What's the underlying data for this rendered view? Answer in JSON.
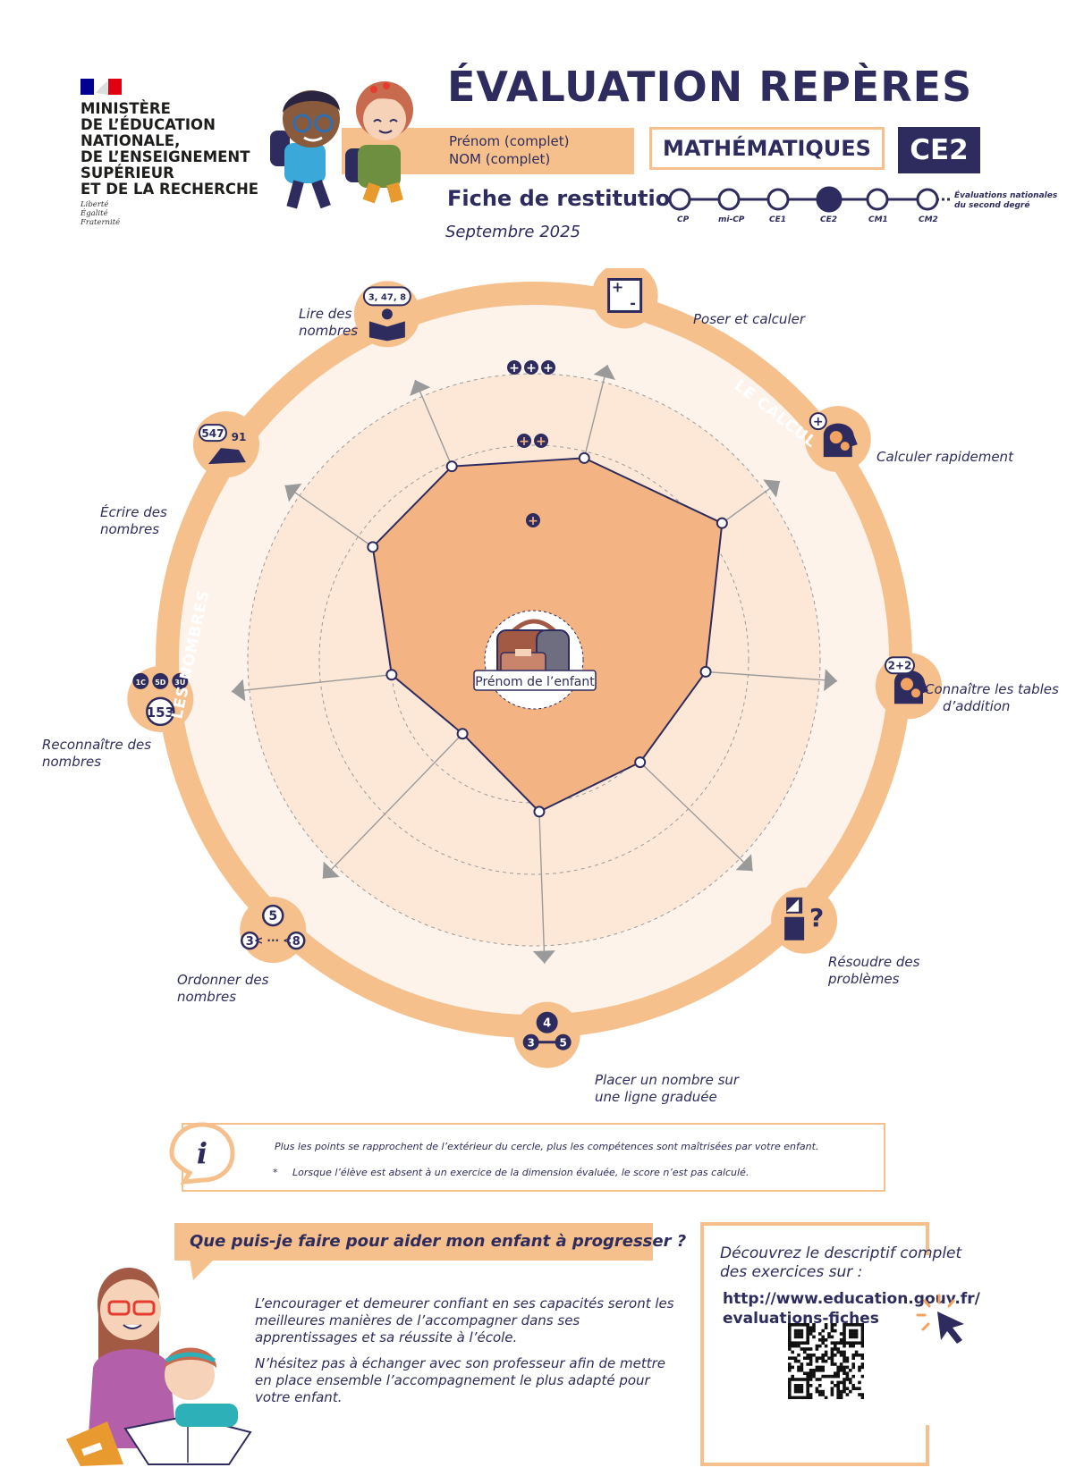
{
  "header": {
    "ministry_lines": [
      "MINISTÈRE",
      "DE L’ÉDUCATION",
      "NATIONALE,",
      "DE L’ENSEIGNEMENT",
      "SUPÉRIEUR",
      "ET DE LA RECHERCHE"
    ],
    "motto_lines": [
      "Liberté",
      "Égalité",
      "Fraternité"
    ],
    "title": "ÉVALUATION REPÈRES",
    "firstname_label": "Prénom (complet)",
    "lastname_label": "NOM (complet)",
    "subject": "MATHÉMATIQUES",
    "grade": "CE2",
    "fiche": "Fiche de restitution",
    "date": "Septembre 2025",
    "timeline": {
      "levels": [
        "CP",
        "mi-CP",
        "CE1",
        "CE2",
        "CM1",
        "CM2"
      ],
      "current": "CE2",
      "next_line1": "Évaluations nationales",
      "next_line2": "du second degré"
    }
  },
  "chart_data": {
    "type": "radar",
    "center_label": "Prénom de l’enfant",
    "groups": [
      "LES NOMBRES",
      "LE CALCUL"
    ],
    "level_markers": [
      "+",
      "++",
      "+++"
    ],
    "axes": [
      {
        "label_lines": [
          "Poser et calculer"
        ],
        "value": 0.71
      },
      {
        "label_lines": [
          "Calculer rapidement"
        ],
        "value": 0.82
      },
      {
        "label_lines": [
          "Connaître les tables",
          "d’addition"
        ],
        "value": 0.55
      },
      {
        "label_lines": [
          "Résoudre des",
          "problèmes"
        ],
        "value": 0.44
      },
      {
        "label_lines": [
          "Placer un nombre sur",
          "une ligne graduée"
        ],
        "value": 0.46
      },
      {
        "label_lines": [
          "Ordonner des",
          "nombres"
        ],
        "value": 0.24
      },
      {
        "label_lines": [
          "Reconnaître des",
          "nombres"
        ],
        "value": 0.42
      },
      {
        "label_lines": [
          "Écrire des",
          "nombres"
        ],
        "value": 0.66
      },
      {
        "label_lines": [
          "Lire des",
          "nombres"
        ],
        "value": 0.72
      }
    ],
    "icon_texts": {
      "lire": "3, 47, 8",
      "ecrire_a": "547",
      "ecrire_b": "91",
      "tables": "2+2",
      "reconnaitre_top": [
        "1C",
        "5D",
        "3U"
      ],
      "reconnaitre_num": "153",
      "ordonner": [
        "5",
        "3",
        "8"
      ],
      "placer": [
        "4",
        "3",
        "5"
      ]
    },
    "colors": {
      "fill": "#f4b383",
      "ring": "#f6c08d",
      "line": "#2e2c5e",
      "axis": "#9a9a9a"
    }
  },
  "info": {
    "icon": "i",
    "line1": "Plus les points se rapprochent de l’extérieur du cercle, plus les compétences sont maîtrisées par votre enfant.",
    "star": "*",
    "line2": "Lorsque l’élève est absent à un exercice de la dimension évaluée, le score n’est pas calculé."
  },
  "help": {
    "question": "Que puis-je faire pour aider mon enfant à progresser ?",
    "para1": "L’encourager et demeurer confiant en ses capacités seront les meilleures manières de l’accompagner dans ses apprentissages et sa réussite à l’école.",
    "para2": "N’hésitez pas à échanger avec son professeur afin de mettre en place ensemble l’accompagnement le plus adapté pour votre enfant."
  },
  "discover": {
    "intro": "Découvrez le descriptif complet des exercices sur :",
    "url_line1": "http://www.education.gouv.fr/",
    "url_line2": "evaluations-fiches"
  }
}
